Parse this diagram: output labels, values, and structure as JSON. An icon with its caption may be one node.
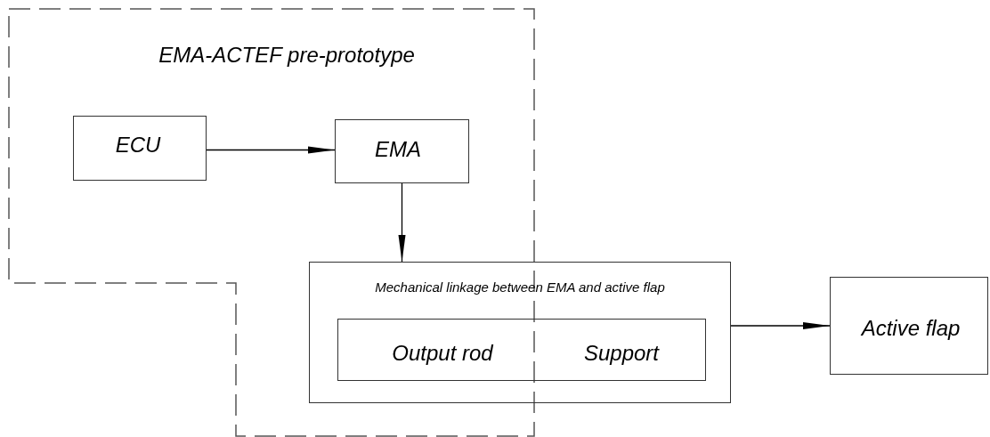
{
  "diagram": {
    "nodes": [
      {
        "text": [
          "EMA-ACTEF pre-prototype"
        ]
      },
      {
        "text": [
          "ECU"
        ],
        "in": 0
      },
      {
        "text": [
          "EMA"
        ],
        "in": 0
      },
      {
        "text": [
          "Mechanical linkage between EMA and active flap"
        ]
      },
      {
        "text": [
          "Output rod",
          "Support"
        ],
        "in": 3
      },
      {
        "text": [
          "Active flap"
        ]
      }
    ],
    "edges": [
      {
        "from": 1,
        "to": 2,
        "arrow": "to"
      },
      {
        "from": 2,
        "to": 3,
        "arrow": "to"
      },
      {
        "from": 3,
        "to": 5,
        "arrow": "to"
      }
    ]
  }
}
